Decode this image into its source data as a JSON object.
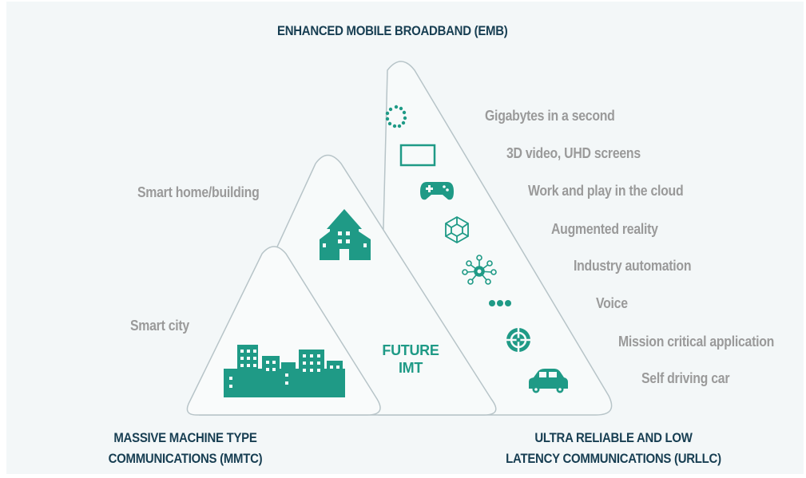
{
  "top_label": "ENHANCED MOBILE BROADBAND (EMB)",
  "bottom_left_label": [
    "MASSIVE MACHINE TYPE",
    "COMMUNICATIONS (MMTC)"
  ],
  "bottom_right_label": [
    "ULTRA RELIABLE AND LOW",
    "LATENCY COMMUNICATIONS (URLLC)"
  ],
  "center_label": [
    "FUTURE",
    "IMT"
  ],
  "left_features": [
    "Smart home/building",
    "Smart city"
  ],
  "right_features": [
    {
      "label": "Gigabytes in a second",
      "icon": "dotted-circle-icon"
    },
    {
      "label": "3D video, UHD screens",
      "icon": "screen-icon"
    },
    {
      "label": "Work and play in the cloud",
      "icon": "gamepad-icon"
    },
    {
      "label": "Augmented reality",
      "icon": "cube-icon"
    },
    {
      "label": "Industry automation",
      "icon": "network-icon"
    },
    {
      "label": "Voice",
      "icon": "dots-icon"
    },
    {
      "label": "Mission critical application",
      "icon": "target-icon"
    },
    {
      "label": "Self driving car",
      "icon": "car-icon"
    }
  ],
  "colors": {
    "accent": "#1f9a86",
    "heading": "#173e52",
    "feature_text": "#9a9a9a",
    "triangle_fill": "#f6f9f9",
    "triangle_stroke": "#b9c6c9",
    "background": "#f3f7f8"
  }
}
